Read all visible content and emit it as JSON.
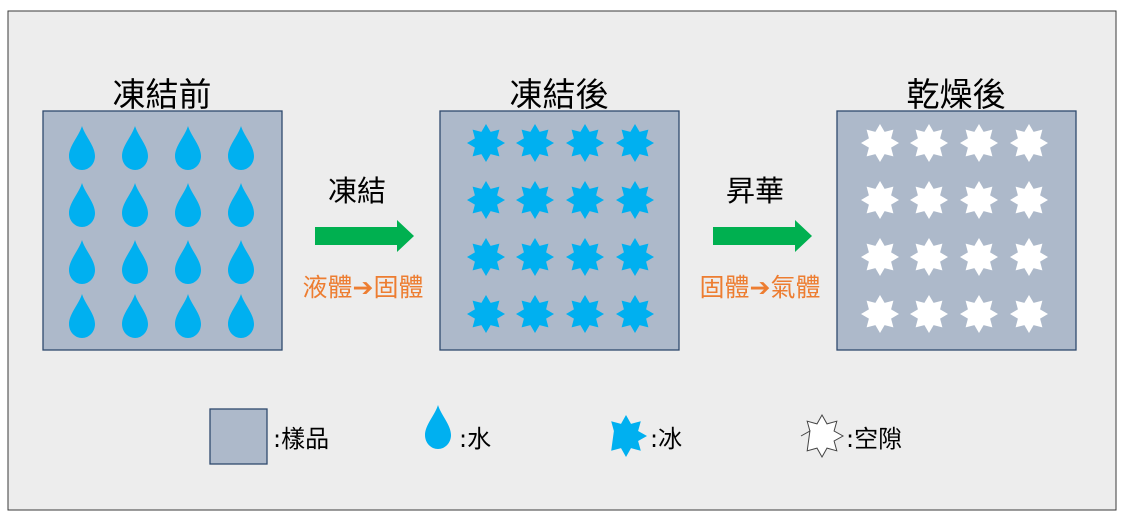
{
  "stages": [
    {
      "title": "凍結前",
      "content": "water"
    },
    {
      "title": "凍結後",
      "content": "ice"
    },
    {
      "title": "乾燥後",
      "content": "void"
    }
  ],
  "transitions": [
    {
      "step": "凍結",
      "change_from": "液體",
      "change_to": "固體"
    },
    {
      "step": "昇華",
      "change_from": "固體",
      "change_to": "氣體"
    }
  ],
  "legend": [
    {
      "symbol": "sample-square",
      "label": ":樣品"
    },
    {
      "symbol": "water-drop",
      "label": ":水"
    },
    {
      "symbol": "ice-star",
      "label": ":冰"
    },
    {
      "symbol": "void-star",
      "label": ":空隙"
    }
  ],
  "colors": {
    "background": "#EDEDED",
    "sample": "#ADB9CA",
    "water": "#00B0F0",
    "ice": "#00B0F0",
    "void": "#FFFFFF",
    "arrow": "#00B050",
    "change_text": "#ED7D31"
  }
}
